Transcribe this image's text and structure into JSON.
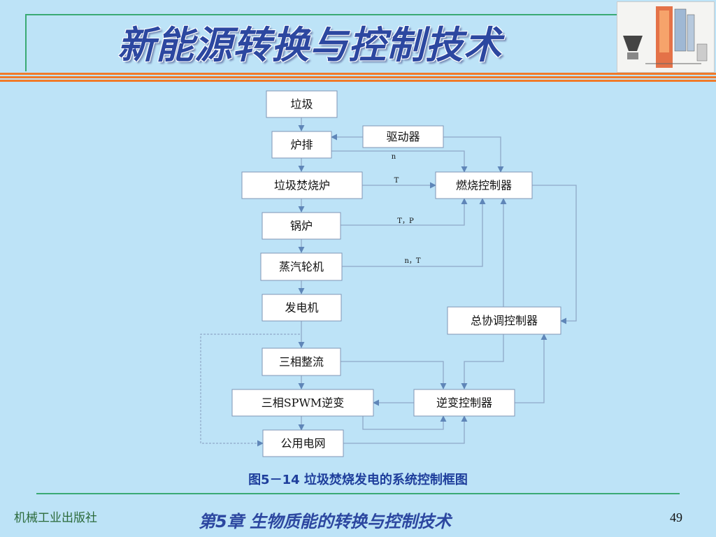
{
  "slide": {
    "title": "新能源转换与控制技术",
    "caption_prefix": "图5－14",
    "caption_text": "垃圾焚烧发电的系统控制框图",
    "publisher": "机械工业出版社",
    "chapter": "第5章 生物质能的转换与控制技术",
    "page_number": "49"
  },
  "diagram": {
    "boxes": {
      "garbage": "垃圾",
      "grate": "炉排",
      "driver": "驱动器",
      "incinerator": "垃圾焚烧炉",
      "combustion_ctrl": "燃烧控制器",
      "boiler": "锅炉",
      "turbine": "蒸汽轮机",
      "generator": "发电机",
      "master_ctrl": "总协调控制器",
      "rectifier": "三相整流",
      "inverter": "三相SPWM逆变",
      "inverter_ctrl": "逆变控制器",
      "grid": "公用电网"
    },
    "signals": {
      "n": "n",
      "t": "T",
      "tp": "T，P",
      "nt": "n，T"
    }
  },
  "colors": {
    "background": "#bde3f7",
    "title": "#2c47a0",
    "accent_stripe": "#f07a2a",
    "frame_line": "#3aaa74",
    "connector": "#8fa9c8"
  }
}
